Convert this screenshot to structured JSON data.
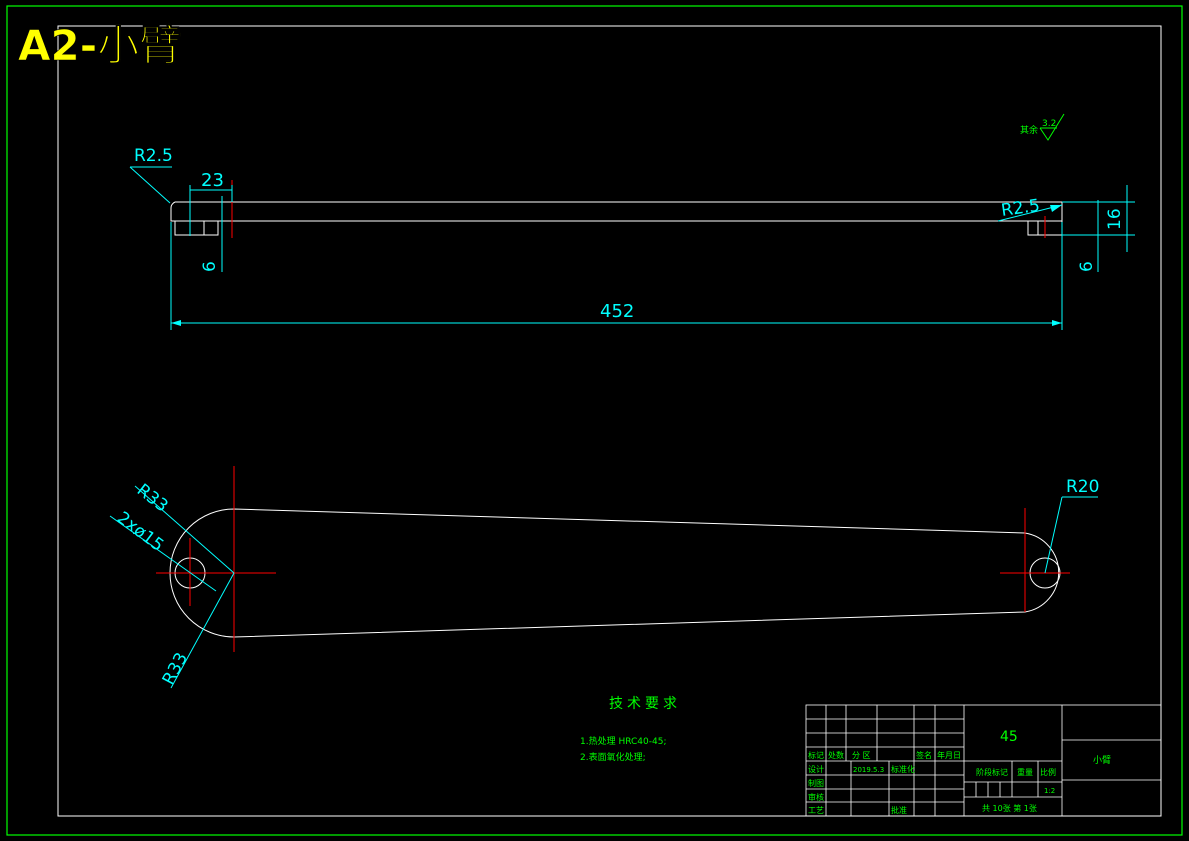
{
  "sheet": {
    "title": "A2-小臂",
    "background": "#000000",
    "border_color": "#00ff00",
    "outline_color": "#ffffff",
    "title_color": "#ffff00"
  },
  "colors": {
    "dimension": "#00ffff",
    "centerline": "#ff0000",
    "note": "#00ff00",
    "geometry": "#ffffff"
  },
  "roughness": {
    "prefix": "其余",
    "value": "3.2"
  },
  "dimensions": {
    "top_radius_left": "R2.5",
    "top_slot_width": "23",
    "top_slot_depth_left": "6",
    "overall_length": "452",
    "top_radius_right": "R2.5",
    "thickness": "16",
    "top_slot_depth_right": "6",
    "front_radius_upper": "R33",
    "front_holes": "2xø15",
    "front_radius_lower": "R33",
    "front_radius_right": "R20"
  },
  "tech_requirements": {
    "heading": "技术要求",
    "items": [
      "1.热处理 HRC40-45;",
      "2.表面氧化处理;"
    ]
  },
  "title_block": {
    "material": "45",
    "part_name": "小臂",
    "rows": {
      "mark": "标记",
      "count": "处数",
      "zone": "分 区",
      "sign": "签名",
      "date": "年月日",
      "design": "设计",
      "design_date": "2019.5.3",
      "standard": "标准化",
      "drawn": "制图",
      "check": "审核",
      "process": "工艺",
      "approve": "批准"
    },
    "stage_mark": "阶段标记",
    "weight": "重量",
    "scale": "比例",
    "scale_value": "1:2",
    "sheets": "共 10张  第 1张"
  }
}
